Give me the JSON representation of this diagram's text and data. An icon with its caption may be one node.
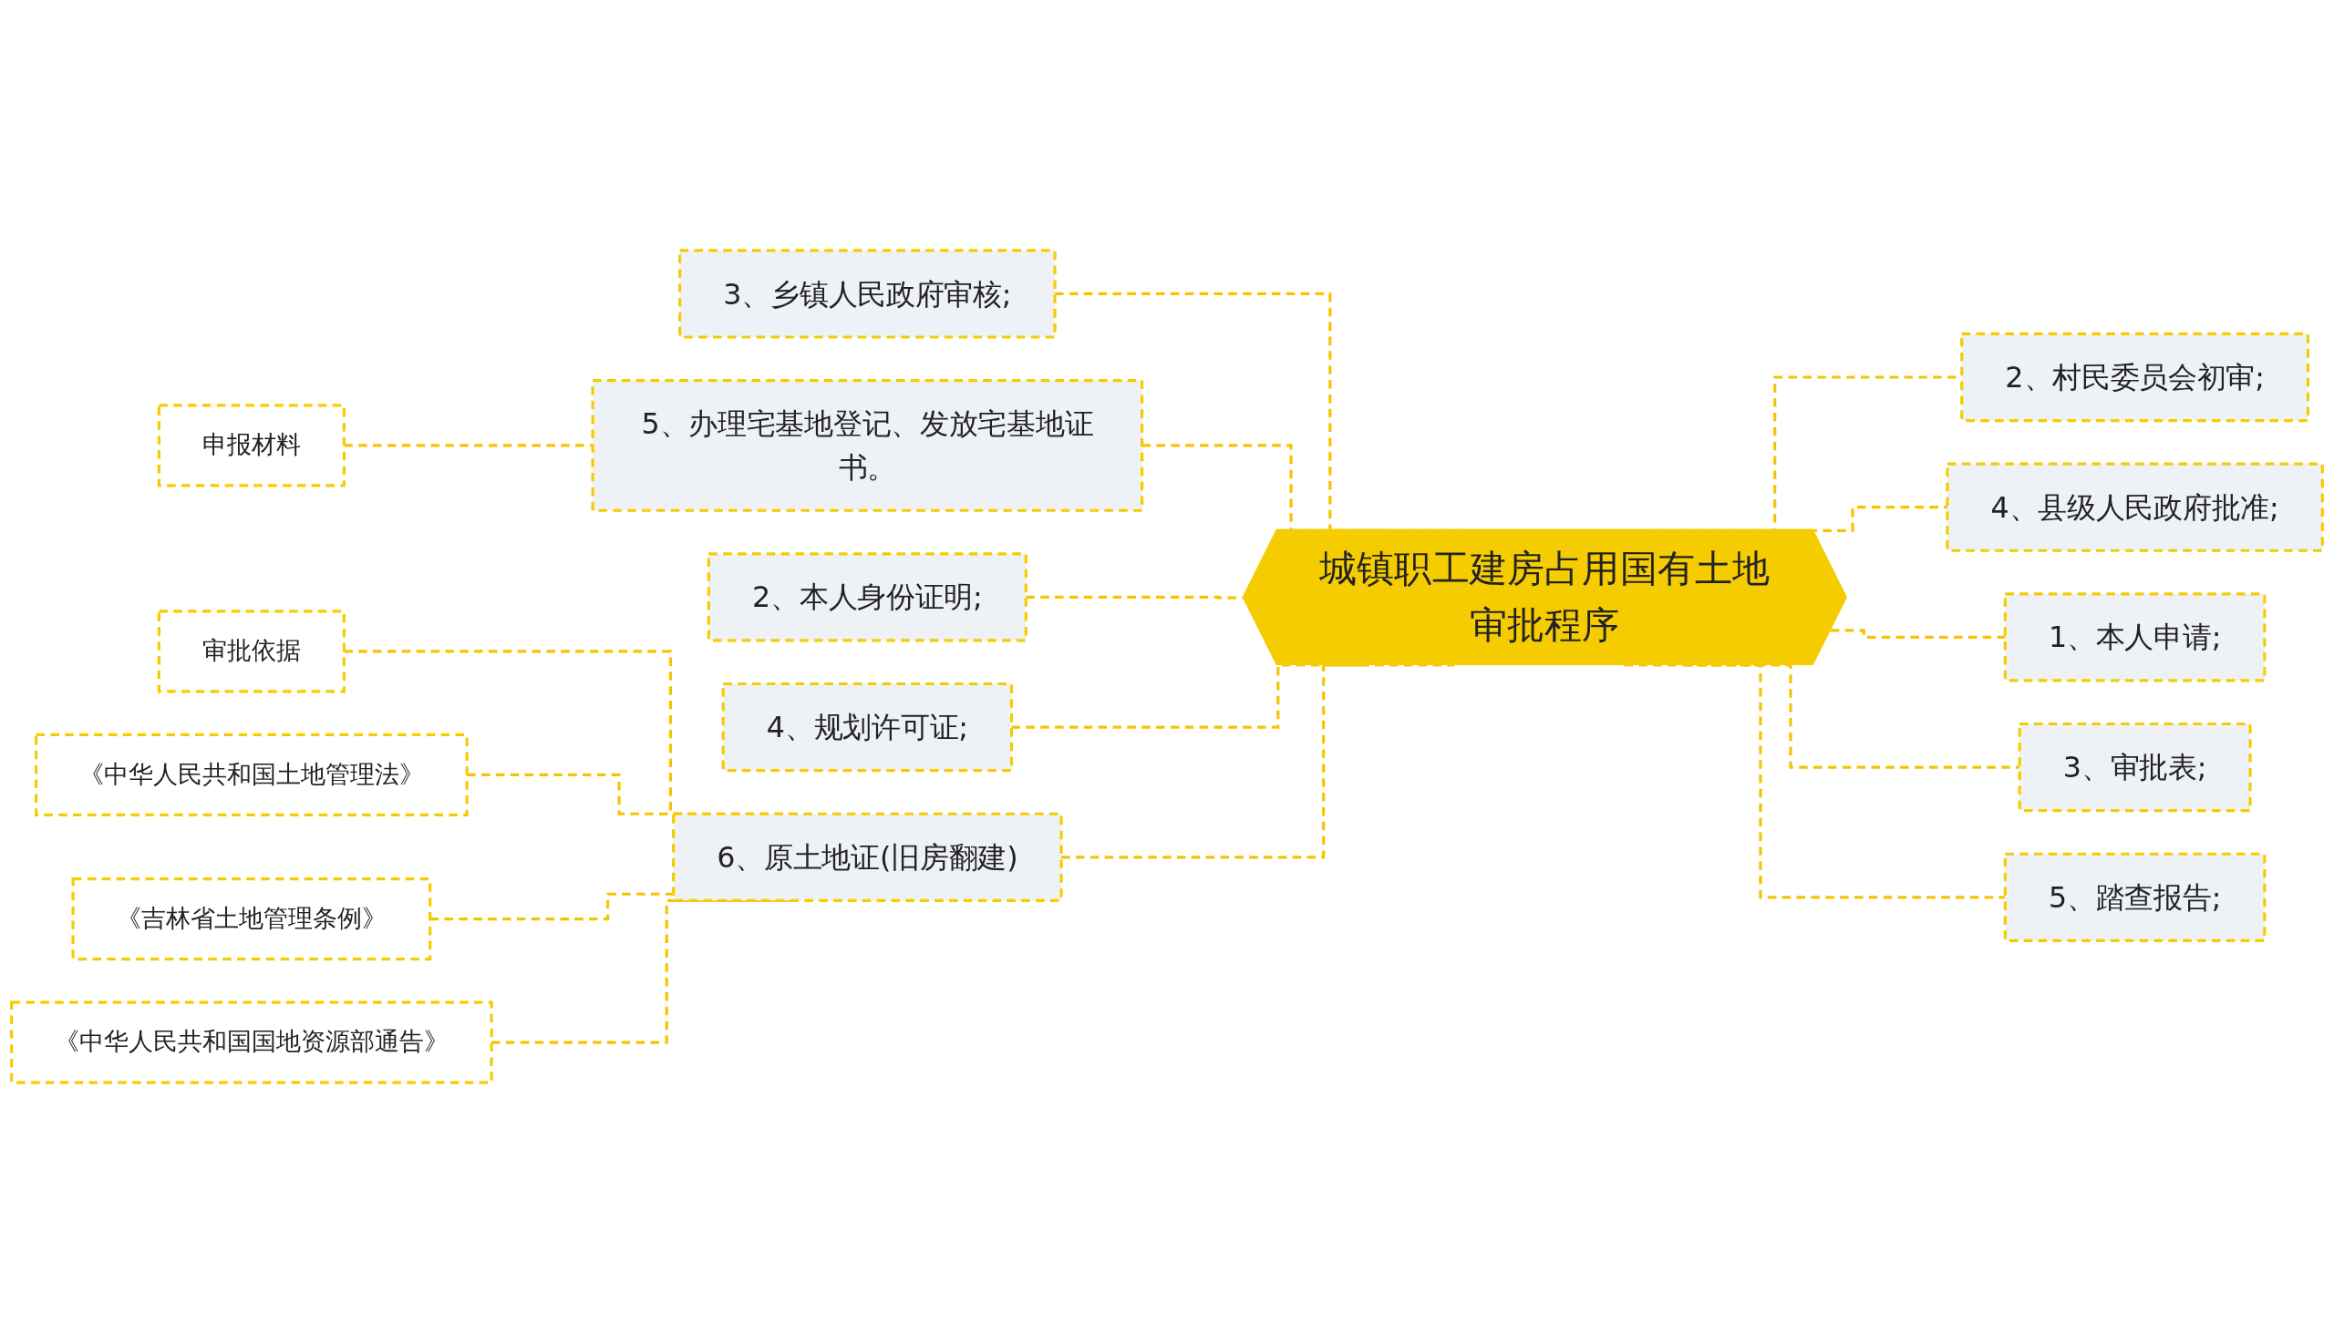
{
  "diagram": {
    "nodes": [
      {
        "text": [
          "城镇职工建房占用国有土地审批程序"
        ]
      },
      {
        "text": [
          "3、乡镇人民政府审核;"
        ]
      },
      {
        "text": [
          "5、办理宅基地登记、发放宅基地证书。"
        ]
      },
      {
        "text": [
          "申报材料"
        ]
      },
      {
        "text": [
          "2、本人身份证明;"
        ]
      },
      {
        "text": [
          "4、规划许可证;"
        ]
      },
      {
        "text": [
          "6、原土地证(旧房翻建)"
        ]
      },
      {
        "text": [
          "审批依据"
        ]
      },
      {
        "text": [
          "《中华人民共和国土地管理法》"
        ]
      },
      {
        "text": [
          "《吉林省土地管理条例》"
        ]
      },
      {
        "text": [
          "《中华人民共和国国地资源部通告》"
        ]
      },
      {
        "text": [
          "2、村民委员会初审;"
        ]
      },
      {
        "text": [
          "4、县级人民政府批准;"
        ]
      },
      {
        "text": [
          "1、本人申请;"
        ]
      },
      {
        "text": [
          "3、审批表;"
        ]
      },
      {
        "text": [
          "5、踏查报告;"
        ]
      }
    ],
    "edges": [
      {
        "from": 1,
        "to": 0,
        "arrow": "none",
        "style": "dashed"
      },
      {
        "from": 2,
        "to": 0,
        "arrow": "none",
        "style": "dashed"
      },
      {
        "from": 3,
        "to": 2,
        "arrow": "none",
        "style": "dashed"
      },
      {
        "from": 4,
        "to": 0,
        "arrow": "none",
        "style": "dashed"
      },
      {
        "from": 5,
        "to": 0,
        "arrow": "none",
        "style": "dashed"
      },
      {
        "from": 6,
        "to": 0,
        "arrow": "none",
        "style": "dashed"
      },
      {
        "from": 7,
        "to": 6,
        "arrow": "none",
        "style": "dashed"
      },
      {
        "from": 8,
        "to": 6,
        "arrow": "none",
        "style": "dashed"
      },
      {
        "from": 9,
        "to": 6,
        "arrow": "none",
        "style": "dashed"
      },
      {
        "from": 10,
        "to": 6,
        "arrow": "none",
        "style": "dashed"
      },
      {
        "from": 0,
        "to": 11,
        "arrow": "none",
        "style": "dashed"
      },
      {
        "from": 0,
        "to": 12,
        "arrow": "none",
        "style": "dashed"
      },
      {
        "from": 0,
        "to": 13,
        "arrow": "none",
        "style": "dashed"
      },
      {
        "from": 0,
        "to": 14,
        "arrow": "none",
        "style": "dashed"
      },
      {
        "from": 0,
        "to": 15,
        "arrow": "none",
        "style": "dashed"
      }
    ]
  }
}
